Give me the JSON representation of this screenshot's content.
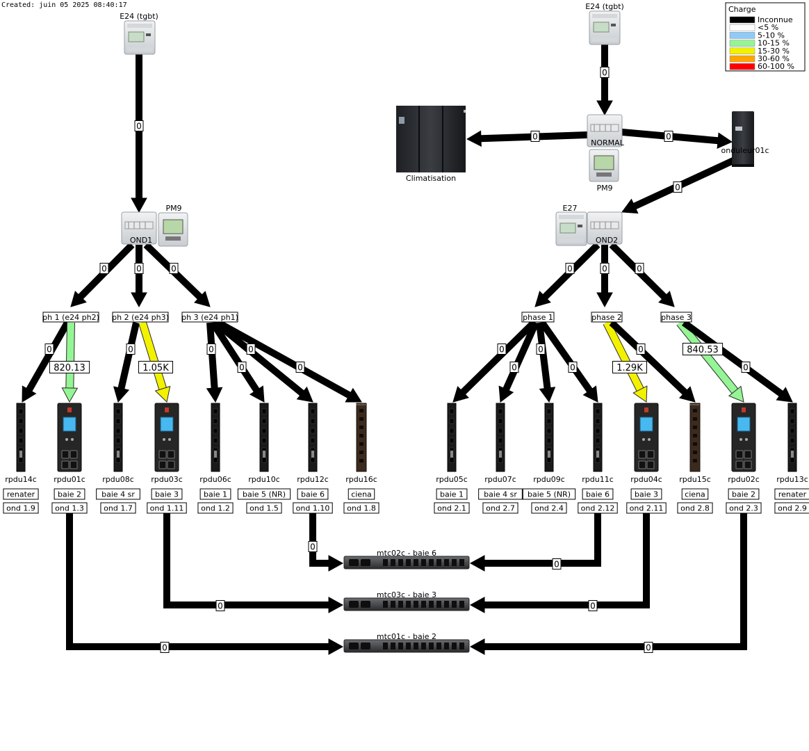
{
  "created": "Created: juin 05 2025 08:40:17",
  "legend": {
    "title": "Charge",
    "items": [
      {
        "label": "Inconnue",
        "color": "#000000"
      },
      {
        "label": "<5 %",
        "color": "#ffffff"
      },
      {
        "label": "5-10 %",
        "color": "#8ecbf8"
      },
      {
        "label": "10-15 %",
        "color": "#94f594"
      },
      {
        "label": "15-30 %",
        "color": "#f2f200"
      },
      {
        "label": "30-60 %",
        "color": "#ffa500"
      },
      {
        "label": "60-100 %",
        "color": "#ff0000"
      }
    ]
  },
  "colors": {
    "unknown": "#000000",
    "pct10_15": "#94f594",
    "pct15_30": "#f2f200"
  },
  "nodes": {
    "e24_left": "E24 (tgbt)",
    "e24_right": "E24 (tgbt)",
    "normal": "NORMAL",
    "pm9_top": "PM9",
    "climatisation": "Climatisation",
    "onduleur01c": "onduleur01c",
    "pm9_left": "PM9",
    "e27": "E27",
    "ond1": "OND1",
    "ond2": "OND2",
    "mtc02c": "mtc02c - baie 6",
    "mtc03c": "mtc03c - baie 3",
    "mtc01c": "mtc01c - baie 2"
  },
  "phases": {
    "ph1": "ph 1 (e24 ph2)",
    "ph2": "ph 2 (e24 ph3)",
    "ph3": "ph 3 (e24 ph1)",
    "phase1": "phase 1",
    "phase2": "phase 2",
    "phase3": "phase 3"
  },
  "pdus": [
    {
      "name": "rpdu14c",
      "location": "renater",
      "ond": "ond 1.9"
    },
    {
      "name": "rpdu01c",
      "location": "baie 2",
      "ond": "ond 1.3"
    },
    {
      "name": "rpdu08c",
      "location": "baie 4 sr",
      "ond": "ond 1.7"
    },
    {
      "name": "rpdu03c",
      "location": "baie 3",
      "ond": "ond 1.11"
    },
    {
      "name": "rpdu06c",
      "location": "baie 1",
      "ond": "ond 1.2"
    },
    {
      "name": "rpdu10c",
      "location": "baie 5 (NR)",
      "ond": "ond 1.5"
    },
    {
      "name": "rpdu12c",
      "location": "baie 6",
      "ond": "ond 1.10"
    },
    {
      "name": "rpdu16c",
      "location": "ciena",
      "ond": "ond 1.8"
    },
    {
      "name": "rpdu05c",
      "location": "baie 1",
      "ond": "ond 2.1"
    },
    {
      "name": "rpdu07c",
      "location": "baie 4 sr",
      "ond": "ond 2.7"
    },
    {
      "name": "rpdu09c",
      "location": "baie 5 (NR)",
      "ond": "ond 2.4"
    },
    {
      "name": "rpdu11c",
      "location": "baie 6",
      "ond": "ond 2.12"
    },
    {
      "name": "rpdu04c",
      "location": "baie 3",
      "ond": "ond 2.11"
    },
    {
      "name": "rpdu15c",
      "location": "ciena",
      "ond": "ond 2.8"
    },
    {
      "name": "rpdu02c",
      "location": "baie 2",
      "ond": "ond 2.3"
    },
    {
      "name": "rpdu13c",
      "location": "renater",
      "ond": "ond 2.9"
    }
  ],
  "link_values": {
    "e24l_ond1": "0",
    "e24r_normal": "0",
    "normal_clim": "0",
    "normal_ondul": "0",
    "ondul_ond2": "0",
    "ond1_ph1": "0",
    "ond1_ph2": "0",
    "ond1_ph3": "0",
    "ond2_p1": "0",
    "ond2_p2": "0",
    "ond2_p3": "0",
    "ph1_rpdu14c": "0",
    "ph1_rpdu01c": "820.13",
    "ph2_rpdu08c": "0",
    "ph2_rpdu03c": "1.05K",
    "ph3_rpdu06c": "0",
    "ph3_rpdu10c": "0",
    "ph3_rpdu12c": "0",
    "ph3_rpdu16c": "0",
    "p1_rpdu05c": "0",
    "p1_rpdu07c": "0",
    "p1_rpdu09c": "0",
    "p1_rpdu11c": "0",
    "p2_rpdu04c": "1.29K",
    "p2_rpdu15c": "0",
    "p3_rpdu02c": "840.53",
    "p3_rpdu13c": "0",
    "rpdu12c_mtc02c": "0",
    "rpdu11c_mtc02c": "0",
    "rpdu03c_mtc03c": "0",
    "rpdu04c_mtc03c": "0",
    "rpdu01c_mtc01c": "0",
    "rpdu02c_mtc01c": "0"
  }
}
